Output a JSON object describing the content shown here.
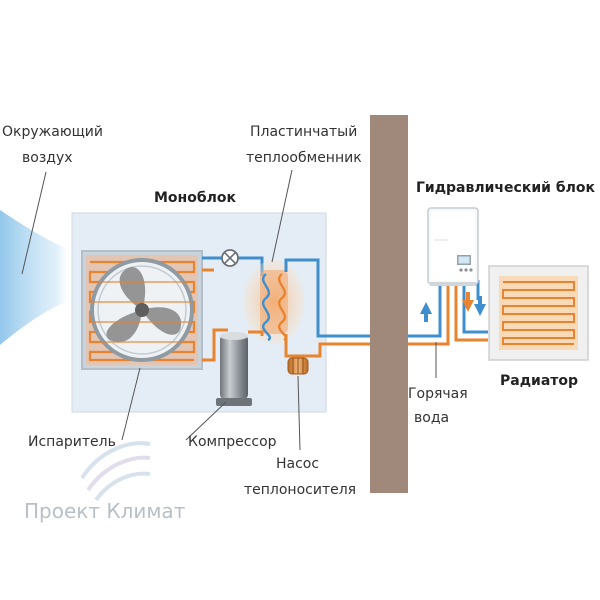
{
  "labels": {
    "ambient_air": [
      "Окружающий",
      "воздух"
    ],
    "plate_exchanger": [
      "Пластинчатый",
      "теплообменник"
    ],
    "monoblock": "Моноблок",
    "hydraulic_unit": "Гидравлический блок",
    "radiator": "Радиатор",
    "hot_water": [
      "Горячая",
      "вода"
    ],
    "evaporator": "Испаритель",
    "compressor": "Компрессор",
    "coolant_pump": [
      "Насос",
      "теплоносителя"
    ]
  },
  "watermark": "Проект Климат",
  "colors": {
    "hot_line": "#e8832f",
    "cold_line": "#3f8fce",
    "wall": "#a0897a",
    "monoblock_fill": "#e4edf5",
    "air_flow": "#8cc4ea",
    "radiator_fill": "#f8d9b8",
    "radiator_frame": "#f0f0f0"
  },
  "icons": [
    "fan-icon",
    "expansion-valve-icon",
    "compressor-icon",
    "pump-icon",
    "boiler-unit-icon"
  ]
}
